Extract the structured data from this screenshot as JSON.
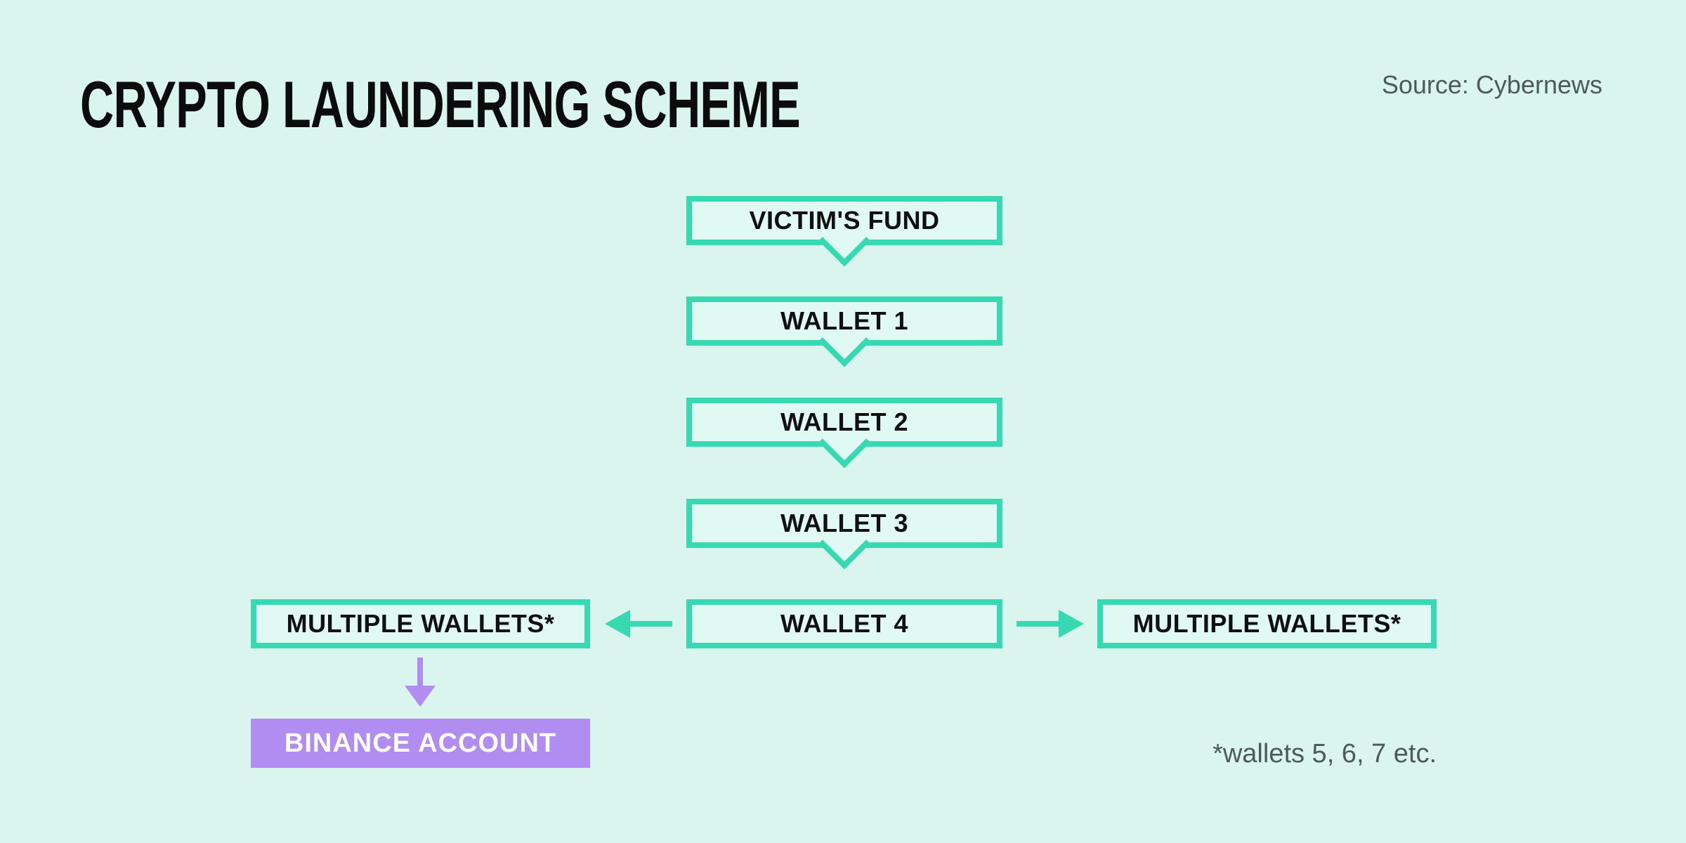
{
  "header": {
    "title": "CRYPTO LAUNDERING SCHEME",
    "source": "Source: Cybernews"
  },
  "footnote": "*wallets 5, 6, 7 etc.",
  "colors": {
    "background": "#daf5ee",
    "box_fill": "#e1f9f3",
    "teal": "#36d9b1",
    "purple": "#b18df2",
    "text_dark": "#0c0c0c",
    "text_gray": "#4e5a57",
    "text_white": "#ffffff"
  },
  "diagram": {
    "nodes": {
      "chain": [
        "VICTIM'S FUND",
        "WALLET 1",
        "WALLET 2",
        "WALLET 3",
        "WALLET 4"
      ],
      "left_branch": "MULTIPLE WALLETS*",
      "right_branch": "MULTIPLE WALLETS*",
      "final": "BINANCE ACCOUNT"
    },
    "edges": [
      "VICTIM'S FUND -> WALLET 1",
      "WALLET 1 -> WALLET 2",
      "WALLET 2 -> WALLET 3",
      "WALLET 3 -> WALLET 4",
      "WALLET 4 -> MULTIPLE WALLETS* (left)",
      "WALLET 4 -> MULTIPLE WALLETS* (right)",
      "MULTIPLE WALLETS* (left) -> BINANCE ACCOUNT"
    ]
  }
}
